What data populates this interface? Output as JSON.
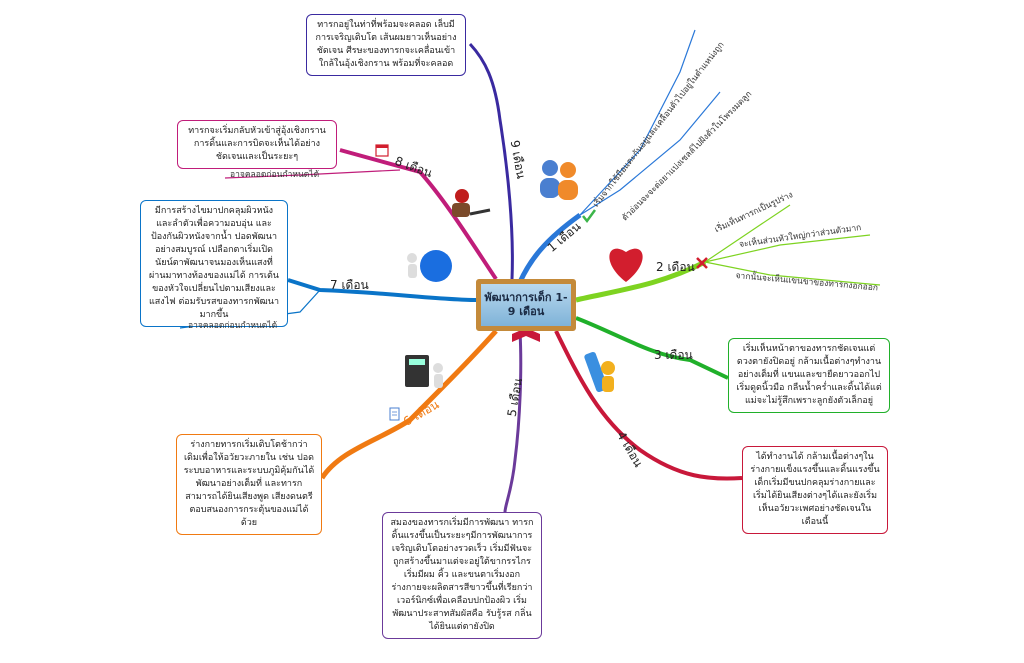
{
  "center": {
    "title": "พัฒนาการเด็ก 1-9 เดือน"
  },
  "months": [
    {
      "label": "1 เดือน",
      "color": "#2a78d8",
      "icon": "check-icon"
    },
    {
      "label": "2 เดือน",
      "color": "#7ed321",
      "icon": "cross-icon"
    },
    {
      "label": "3 เดือน",
      "color": "#20b02a"
    },
    {
      "label": "4 เดือน",
      "color": "#c8183a"
    },
    {
      "label": "5 เดือน",
      "color": "#6b3a9a"
    },
    {
      "label": "6 เดือน",
      "color": "#f07a12",
      "icon": "document-icon"
    },
    {
      "label": "7 เดือน",
      "color": "#0a74c8"
    },
    {
      "label": "8 เดือน",
      "color": "#c01d7a",
      "icon": "calendar-icon"
    },
    {
      "label": "9 เดือน",
      "color": "#3a2aa0"
    }
  ],
  "month1_leaves": [
    "เริ่มจากใช้มือแตะกันอยู่และเคลื่อนตัวไปอยู่ในตำแหน่งถูก",
    "ตัวอ่อนจะจะต่อยาแบ่งเซลล์ไปฝังตัวในโพรงมดลูก"
  ],
  "month2_leaves": [
    "เริ่มเห็นทารกเป็นรูปร่าง",
    "จะเห็นส่วนหัวใหญ่กว่าส่วนตัวมาก",
    "จากนั้นจะเห็นแขนขาของทารกงอกออก"
  ],
  "month3_text": "เริ่มเห็นหน้าตาของทารกชัดเจนแต่ดวงตายังปิดอยู่ กล้ามเนื้อต่างๆทำงานอย่างเต็มที่ แขนและขายืดยาวออกไป เริ่มดูดนิ้วมือ กลืนน้ำคร่ำและดิ้นได้แต่แม่จะไม่รู้สึกเพราะลูกยังตัวเล็กอยู่",
  "month4_text": "ได้ทำงานได้ กล้ามเนื้อต่างๆในร่างกายแข็งแรงขึ้นและดิ้นแรงขึ้น เด็กเริ่มมีขนปกคลุมร่างกายและเริ่มได้ยินเสียงต่างๆได้และยังเริ่มเห็นอวัยวะเพศอย่างชัดเจนในเดือนนี้",
  "month5_text": "สมองของทารกเริ่มมีการพัฒนา ทารกดิ้นแรงขึ้นเป็นระยะๆมีการพัฒนาการเจริญเติบโตอย่างรวดเร็ว เริ่มมีฟันจะถูกสร้างขึ้นมาแต่จะอยู่ใต้ขากรรไกร เริ่มมีผม คิ้ว และขนตาเริ่มงอกร่างกายจะผลิตสารสีขาวขึ้นที่เรียกว่า เวอร์นิกซ์เพื่อเคลือบปกป้องผิว เริ่มพัฒนาประสาทสัมผัสคือ รับรู้รส กลิ่น ได้ยินแต่ตายังปิด",
  "month6_text": "ร่างกายทารกเริ่มเติบโตช้ากว่าเดิมเพื่อให้อวัยวะภายใน เช่น ปอด ระบบอาหารและระบบภูมิคุ้มกันได้พัฒนาอย่างเต็มที่ และทารกสามารถได้ยินเสียงพูด เสียงดนตรี ตอบสนองการกระตุ้นของแม่ได้ด้วย",
  "month7_text": "มีการสร้างไขมาปกคลุมผิวหนังและลำตัวเพื่อความอบอุ่น และป้องกันผิวหนังจากน้ำ ปอดพัฒนาอย่างสมบูรณ์ เปลือกตาเริ่มเปิด นัยน์ตาพัฒนาจนมองเห็นแสงที่ผ่านมาทางท้องของแม่ได้ การเต้นของหัวใจเปลี่ยนไปตามเสียงและแสงไฟ ต่อมรับรสของทารกพัฒนามากขึ้น",
  "month7_leaf": "อาจคลอดก่อนกำหนดได้",
  "month8_text": "ทารกจะเริ่มกลับหัวเข้าสู่อุ้งเชิงกราน การดิ้นและการบิดจะเห็นได้อย่างชัดเจนและเป็นระยะๆ",
  "month8_leaf": "อาจคลอดก่อนกำหนดได้",
  "month9_text": "ทารกอยู่ในท่าที่พร้อมจะคลอด เล็บมีการเจริญเติบโต เส้นผมยาวเห็นอย่างชัดเจน ศีรษะของทารกจะเคลื่อนเข้าใกล้ในอุ้งเชิงกราน พร้อมที่จะคลอด"
}
